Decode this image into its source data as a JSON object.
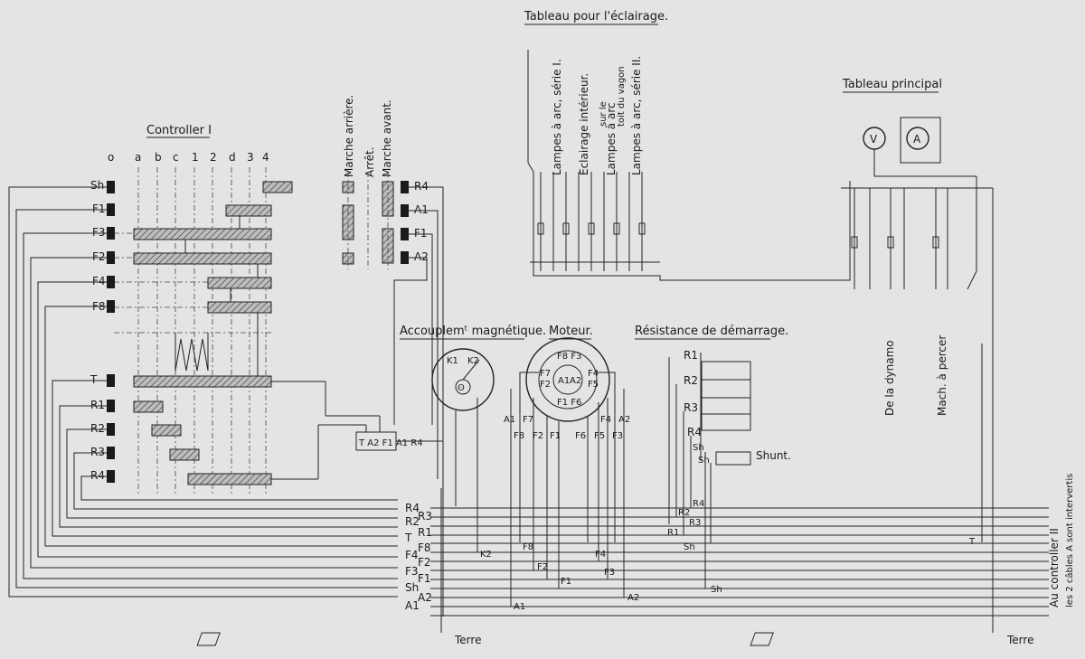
{
  "titles": {
    "lighting_panel": "Tableau pour l'éclairage.",
    "main_panel": "Tableau principal",
    "controller": "Controller I",
    "coupling": "Accouplemᵗ magnétique.",
    "motor": "Moteur.",
    "starting_resistance": "Résistance de démarrage."
  },
  "controller": {
    "columns": [
      "o",
      "a",
      "b",
      "c",
      "1",
      "2",
      "d",
      "3",
      "4"
    ],
    "rows": [
      "Sh",
      "F1",
      "F3",
      "F2",
      "F4",
      "F8",
      "T",
      "R1",
      "R2",
      "R3",
      "R4"
    ],
    "positions": [
      "Marche arrière.",
      "Arrêt.",
      "Marche avant."
    ],
    "right_terminals": [
      "R4",
      "A1",
      "F1",
      "A2"
    ],
    "junction_box": "T A2 F1 A1 R4"
  },
  "lighting_circuits": [
    "Lampes à arc, série I.",
    "Eclairage intérieur.",
    "Lampes à arc",
    "sur le",
    "toit du vagon",
    "Lampes à arc, série II."
  ],
  "main_panel": {
    "meters": [
      "V",
      "A"
    ],
    "outputs": [
      "De la dynamo",
      "Mach. à percer"
    ]
  },
  "coupling_terminals": [
    "K1",
    "K2"
  ],
  "motor": {
    "inner": [
      "A1",
      "A2"
    ],
    "field_top": "F8 F3",
    "field_bottom": "F1 F6",
    "field_left": "F2",
    "field_left2": "F7",
    "field_right": "F4",
    "field_right2": "F5",
    "terminals_left": [
      "A1",
      "F7",
      "F8",
      "F2",
      "F1"
    ],
    "terminals_right": [
      "F6",
      "F5",
      "F4",
      "A2",
      "F3"
    ]
  },
  "resistance": {
    "taps": [
      "R1",
      "R2",
      "R3",
      "R4",
      "Sh",
      "Sh"
    ],
    "shunt": "Shunt."
  },
  "bus_labels": [
    "R4",
    "R2",
    "R3",
    "R1",
    "T",
    "F8",
    "F4",
    "F2",
    "F3",
    "F1",
    "Sh",
    "A2",
    "A1"
  ],
  "bus_taps": {
    "k2": "K2",
    "f8": "F8",
    "f2": "F2",
    "f1": "F1",
    "f4": "F4",
    "f3": "F3",
    "a1": "A1",
    "a2": "A2",
    "r4": "R4",
    "r2": "R2",
    "r3": "R3",
    "r1": "R1",
    "sh1": "Sh",
    "sh2": "Sh",
    "t": "T"
  },
  "ground": [
    "Terre",
    "Terre"
  ],
  "side_text": [
    "Au controller II",
    "les 2 câbles A sont intervertis"
  ]
}
